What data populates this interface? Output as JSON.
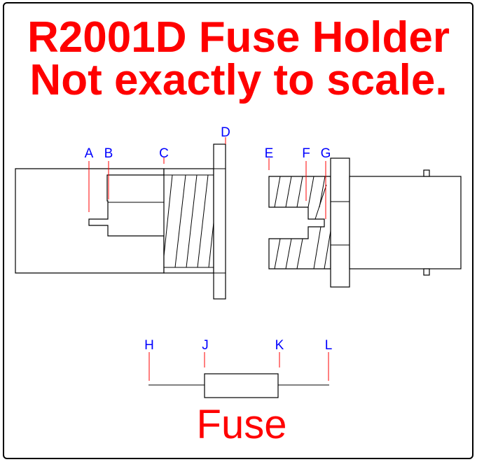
{
  "title": {
    "line1": "R2001D Fuse Holder",
    "line2": "Not exactly to scale."
  },
  "holder_labels": {
    "A": "A",
    "B": "B",
    "C": "C",
    "D": "D",
    "E": "E",
    "F": "F",
    "G": "G"
  },
  "fuse_labels": {
    "H": "H",
    "J": "J",
    "K": "K",
    "L": "L"
  },
  "fuse_caption": "Fuse",
  "colors": {
    "title": "#ff0000",
    "labels": "#0000ff",
    "leaders": "#ff0000",
    "outline": "#000000"
  }
}
